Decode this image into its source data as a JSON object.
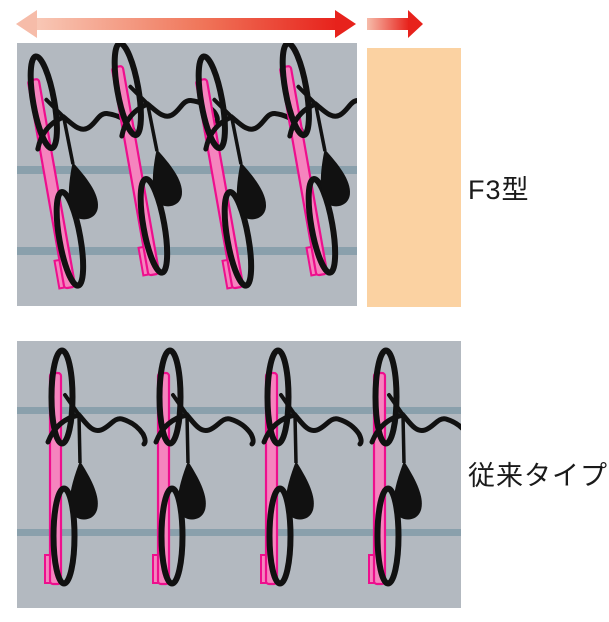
{
  "labels": {
    "f3": "F3型",
    "conventional": "従来タイプ"
  },
  "rows": {
    "f3": {
      "label": "F3型",
      "bike_count": 4,
      "arrangement": "angled-staggered",
      "has_saved_space_block": true,
      "width_arrow": "double-headed"
    },
    "conventional": {
      "label": "従来タイプ",
      "bike_count": 4,
      "arrangement": "upright-parallel",
      "has_saved_space_block": false
    }
  },
  "icons": {
    "width_arrow": "double-headed-gradient-arrow-icon",
    "saved_width_arrow": "right-gradient-arrow-icon",
    "bike": "bicycle-top-view-icon"
  },
  "colors": {
    "rack_area_gray": "#b3b9c0",
    "cross_rail_blue_gray": "#8aa0ac",
    "saved_space_orange": "#fbd2a2",
    "rail_pink_fill": "#f584be",
    "rail_pink_stroke": "#ee0f8d",
    "arrow_red": "#e7221c",
    "arrow_light": "#f8c3af",
    "bike_black": "#111111",
    "label_text": "#1a1a1a"
  }
}
